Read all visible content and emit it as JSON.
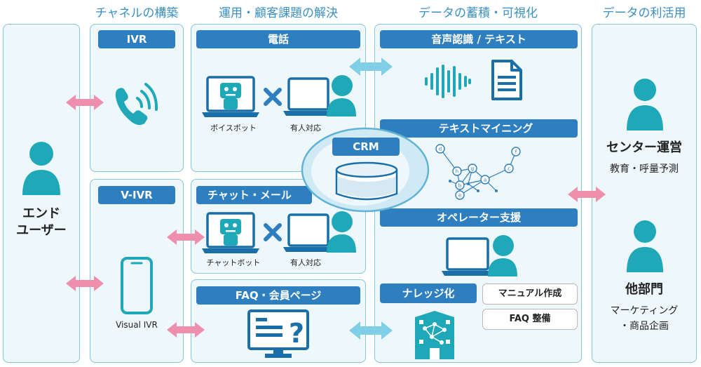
{
  "headers": {
    "channel": "チャネルの構築",
    "ops": "運用・顧客課題の解決",
    "data": "データの蓄積・可視化",
    "use": "データの利活用"
  },
  "end_user": {
    "line1": "エンド",
    "line2": "ユーザー"
  },
  "ivr": {
    "title": "IVR"
  },
  "vivr": {
    "title": "V-IVR",
    "device_label": "Visual IVR"
  },
  "phone": {
    "title": "電話",
    "bot_label": "ボイスボット",
    "human_label": "有人対応"
  },
  "chat": {
    "title": "チャット・メール",
    "bot_label": "チャットボット",
    "human_label": "有人対応"
  },
  "faq": {
    "title": "FAQ・会員ページ"
  },
  "crm": {
    "title": "CRM"
  },
  "speech": {
    "title": "音声認識 / テキスト"
  },
  "mining": {
    "title": "テキストマイニング",
    "nodes": [
      "d",
      "f",
      "h",
      "g",
      "a",
      "c",
      "b",
      "e"
    ]
  },
  "operator": {
    "title": "オペレーター支援"
  },
  "knowledge": {
    "title": "ナレッジ化",
    "tag1": "マニュアル作成",
    "tag2": "FAQ 整備"
  },
  "center": {
    "title": "センター運営",
    "sub": "教育・呼量予測"
  },
  "other": {
    "title": "他部門",
    "sub1": "マーケティング",
    "sub2": "・商品企画"
  },
  "colors": {
    "accent": "#2d7fbf",
    "teal": "#1fa9b8",
    "pink": "#ef8fae",
    "lightblue": "#7fd0e6",
    "panel": "#eef7fa"
  }
}
